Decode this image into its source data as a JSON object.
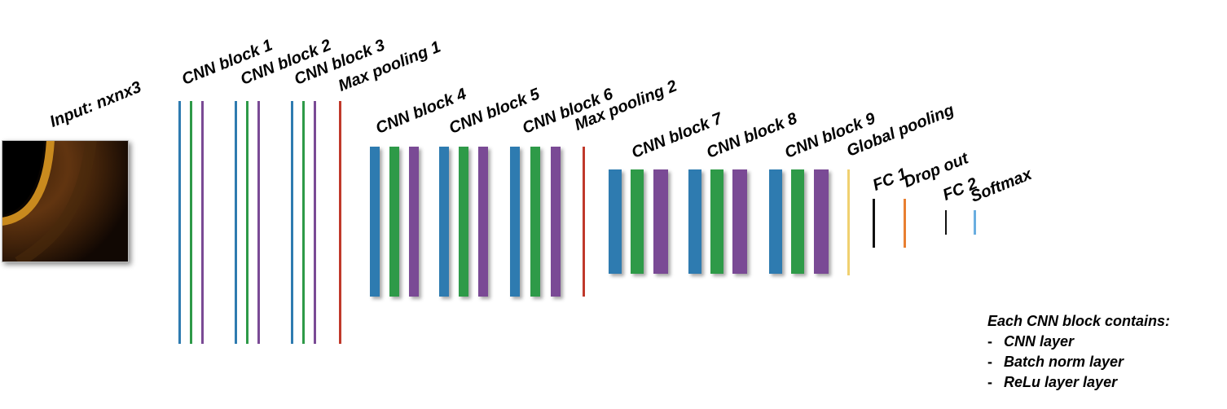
{
  "colors": {
    "cnn_layer": "#2e7bb0",
    "batch_norm": "#2e9a48",
    "relu": "#7a4a95",
    "max_pool": "#c0392b",
    "global_pool": "#f0d070",
    "fc": "#111111",
    "dropout": "#e87f31",
    "softmax": "#6aaee0"
  },
  "input_label": "Input: nxnx3",
  "blocks": [
    {
      "id": "cnn1",
      "label": "CNN block 1",
      "kind": "cnn_thin"
    },
    {
      "id": "cnn2",
      "label": "CNN block 2",
      "kind": "cnn_thin"
    },
    {
      "id": "cnn3",
      "label": "CNN block 3",
      "kind": "cnn_thin"
    },
    {
      "id": "maxpool1",
      "label": "Max pooling 1",
      "kind": "pool"
    },
    {
      "id": "cnn4",
      "label": "CNN block 4",
      "kind": "cnn_thick"
    },
    {
      "id": "cnn5",
      "label": "CNN block 5",
      "kind": "cnn_thick"
    },
    {
      "id": "cnn6",
      "label": "CNN block 6",
      "kind": "cnn_thick"
    },
    {
      "id": "maxpool2",
      "label": "Max pooling 2",
      "kind": "pool"
    },
    {
      "id": "cnn7",
      "label": "CNN block 7",
      "kind": "cnn_thick"
    },
    {
      "id": "cnn8",
      "label": "CNN block 8",
      "kind": "cnn_thick"
    },
    {
      "id": "cnn9",
      "label": "CNN block 9",
      "kind": "cnn_thick"
    },
    {
      "id": "globalpool",
      "label": "Global pooling",
      "kind": "global_pool"
    },
    {
      "id": "fc1",
      "label": "FC 1",
      "kind": "fc"
    },
    {
      "id": "dropout",
      "label": "Drop out",
      "kind": "dropout"
    },
    {
      "id": "fc2",
      "label": "FC 2",
      "kind": "fc"
    },
    {
      "id": "softmax",
      "label": "Softmax",
      "kind": "softmax"
    }
  ],
  "legend": {
    "title": "Each CNN block contains:",
    "items": [
      "CNN layer",
      "Batch norm layer",
      "ReLu layer layer"
    ]
  }
}
